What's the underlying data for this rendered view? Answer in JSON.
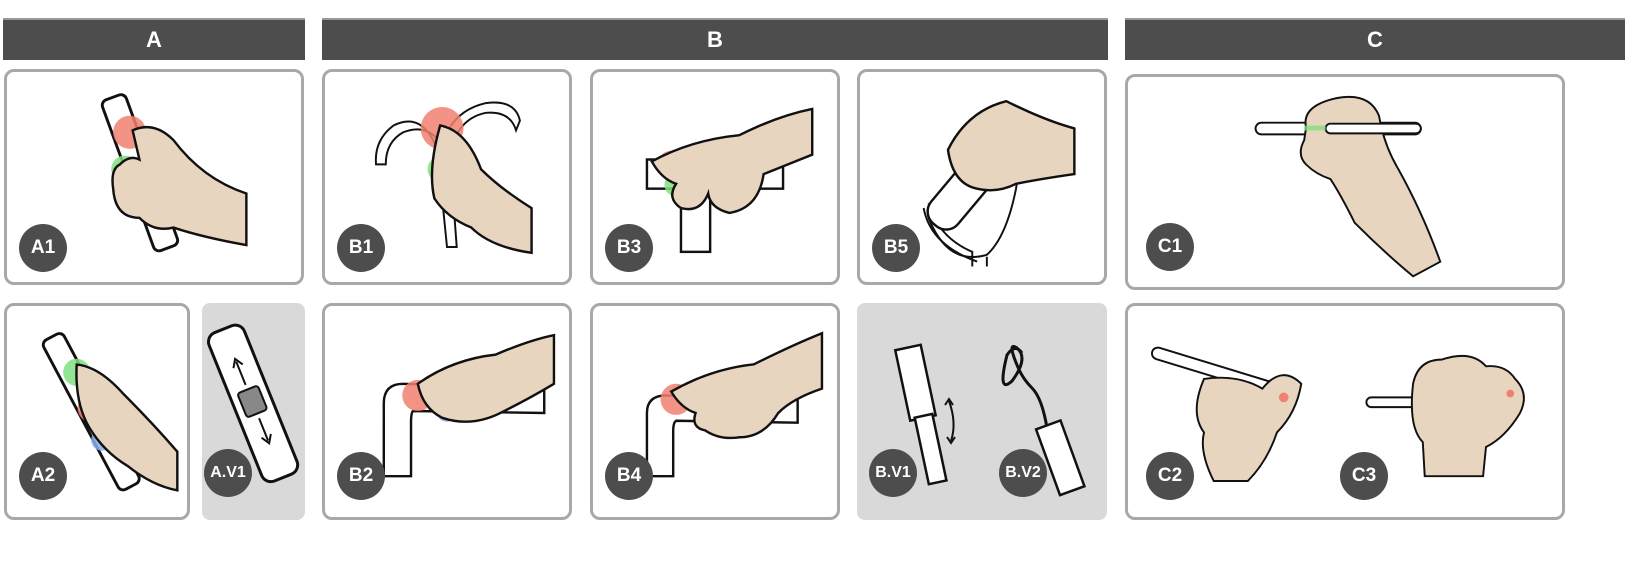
{
  "headers": {
    "a": "A",
    "b": "B",
    "c": "C"
  },
  "labels": {
    "a1": "A1",
    "a2": "A2",
    "av1": "A.V1",
    "b1": "B1",
    "b2": "B2",
    "b3": "B3",
    "b4": "B4",
    "b5": "B5",
    "bv1": "B.V1",
    "bv2": "B.V2",
    "c1": "C1",
    "c2": "C2",
    "c3": "C3"
  },
  "colors": {
    "header": "#4d4d4d",
    "panel_border": "#a8a8a8",
    "variant_bg": "#d9d9d9",
    "skin": "#e8d5c0",
    "red_zone": "#f08070",
    "green_zone": "#80e080",
    "blue_zone": "#8aaef0"
  }
}
